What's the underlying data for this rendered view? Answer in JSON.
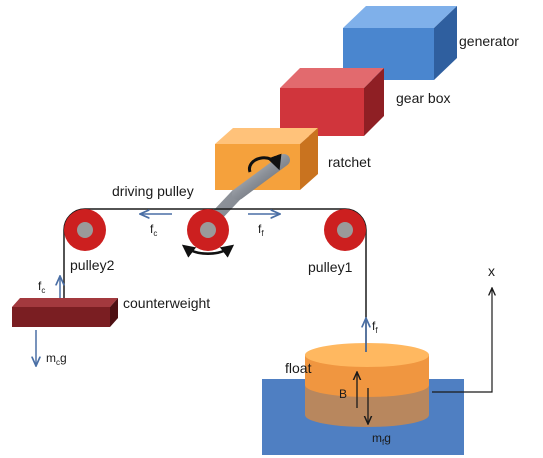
{
  "labels": {
    "generator": "generator",
    "gear_box": "gear box",
    "ratchet": "ratchet",
    "driving_pulley": "driving pulley",
    "pulley2": "pulley2",
    "pulley1": "pulley1",
    "counterweight": "counterweight",
    "float": "float",
    "x_axis": "x"
  },
  "forces": {
    "fc_left": {
      "base": "f",
      "sub": "c"
    },
    "ff_right": {
      "base": "f",
      "sub": "f"
    },
    "fc_up": {
      "base": "f",
      "sub": "c"
    },
    "mcg": {
      "base": "m",
      "sub": "c",
      "tail": "g"
    },
    "ff_up": {
      "base": "f",
      "sub": "f"
    },
    "buoyancy": "B",
    "mfg": {
      "base": "m",
      "sub": "f",
      "tail": "g"
    }
  },
  "colors": {
    "generator": "#4a86cf",
    "gear_box": "#d0353c",
    "ratchet": "#f5a13c",
    "pulley": "#cc1f1f",
    "pulley_hub": "#9a9a9a",
    "shaft": "#8a8f97",
    "counterweight": "#7a1e22",
    "float_top": "#f09640",
    "float_bottom": "#b8875e",
    "water": "#4f7fc2",
    "arrow": "#4a6fa5",
    "rope": "#1a1a1a"
  },
  "icons": [
    "clockwise-rotation-arrow-icon",
    "bidirectional-rotation-arrow-icon"
  ]
}
